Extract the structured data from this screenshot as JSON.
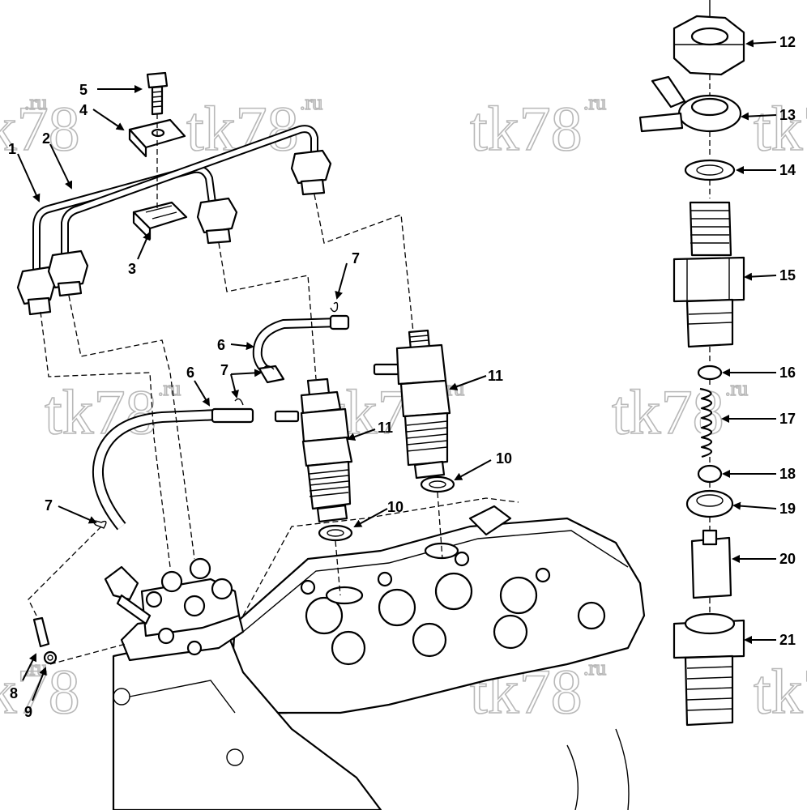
{
  "watermark": {
    "text": "tk78",
    "suffix": ".ru"
  },
  "callouts": [
    {
      "id": "c1",
      "label": "1"
    },
    {
      "id": "c2",
      "label": "2"
    },
    {
      "id": "c3",
      "label": "3"
    },
    {
      "id": "c4",
      "label": "4"
    },
    {
      "id": "c5",
      "label": "5"
    },
    {
      "id": "c6a",
      "label": "6"
    },
    {
      "id": "c6b",
      "label": "6"
    },
    {
      "id": "c7a",
      "label": "7"
    },
    {
      "id": "c7b",
      "label": "7"
    },
    {
      "id": "c7c",
      "label": "7"
    },
    {
      "id": "c8",
      "label": "8"
    },
    {
      "id": "c9",
      "label": "9"
    },
    {
      "id": "c10a",
      "label": "10"
    },
    {
      "id": "c10b",
      "label": "10"
    },
    {
      "id": "c11a",
      "label": "11"
    },
    {
      "id": "c11b",
      "label": "11"
    },
    {
      "id": "c12",
      "label": "12"
    },
    {
      "id": "c13",
      "label": "13"
    },
    {
      "id": "c14",
      "label": "14"
    },
    {
      "id": "c15",
      "label": "15"
    },
    {
      "id": "c16",
      "label": "16"
    },
    {
      "id": "c17",
      "label": "17"
    },
    {
      "id": "c18",
      "label": "18"
    },
    {
      "id": "c19",
      "label": "19"
    },
    {
      "id": "c20",
      "label": "20"
    },
    {
      "id": "c21",
      "label": "21"
    }
  ]
}
